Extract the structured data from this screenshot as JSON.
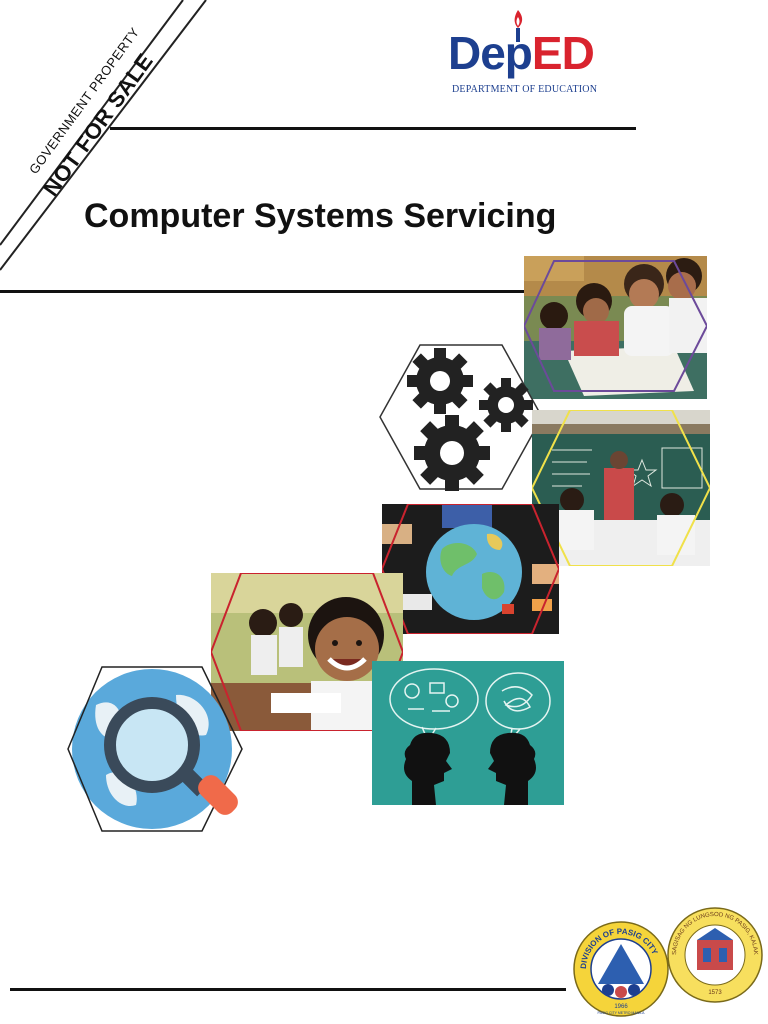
{
  "stamp": {
    "line1": "GOVERNMENT PROPERTY",
    "line2": "NOT FOR SALE"
  },
  "logo": {
    "word_left": "Dep",
    "word_right": "ED",
    "tagline": "DEPARTMENT OF EDUCATION"
  },
  "document": {
    "title": "Computer Systems Servicing"
  },
  "seals": {
    "division_text": "DIVISION OF PASIG CITY",
    "division_year": "1966",
    "division_sub": "PASIG CITY METRO MANILA",
    "city_text": "SAGISAG NG LUNGSOD NG PASIG, KALAKHANG MAYNILA",
    "city_year": "1573"
  },
  "colors": {
    "brand_blue": "#1d3f8f",
    "brand_red": "#d9232e",
    "teal_panel": "#2e9e95",
    "chalkboard": "#2b5d52",
    "gear": "#222222"
  },
  "icons": [
    "gears-icon",
    "globe-icon",
    "magnifier-icon",
    "speech-bubble-icon",
    "torch-icon"
  ]
}
